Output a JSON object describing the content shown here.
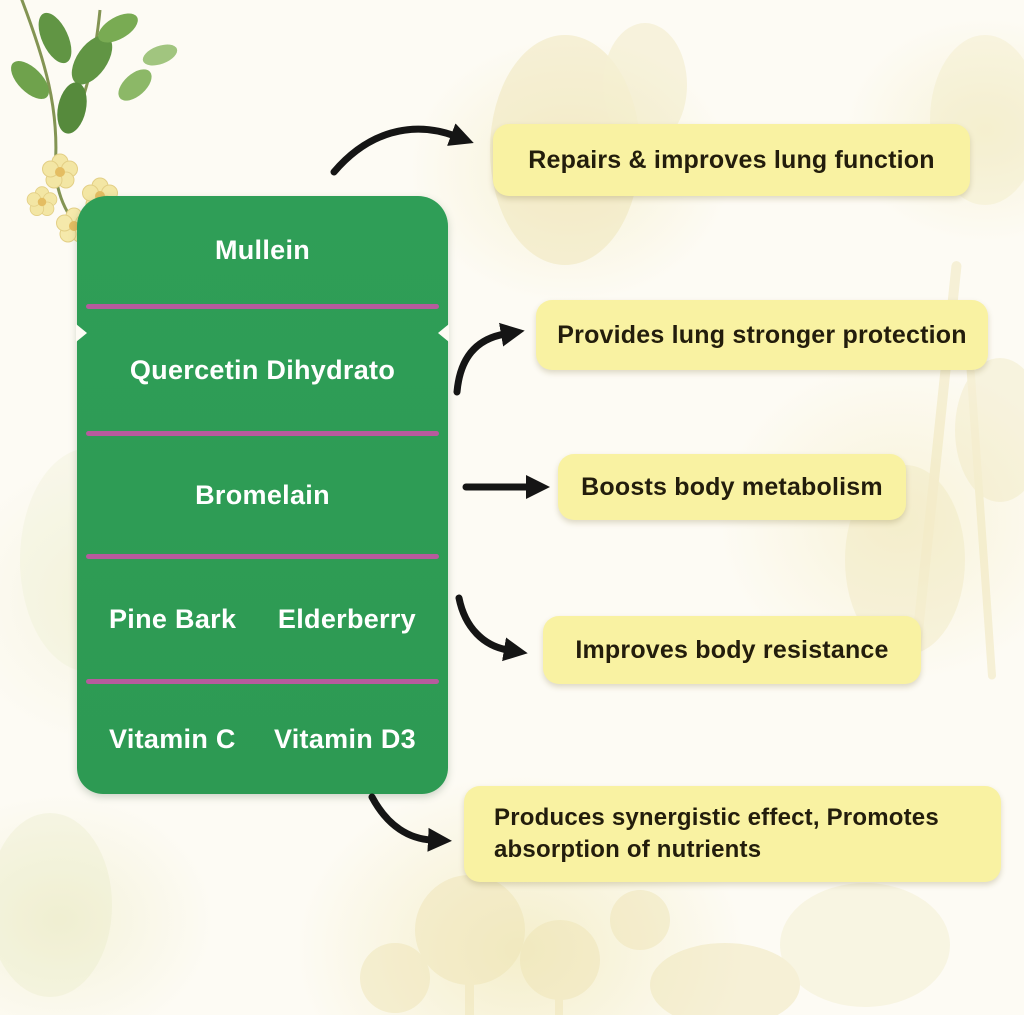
{
  "infographic": {
    "panel": {
      "rows": [
        {
          "items": [
            "Mullein"
          ]
        },
        {
          "items": [
            "Quercetin Dihydrato"
          ]
        },
        {
          "items": [
            "Bromelain"
          ]
        },
        {
          "items": [
            "Pine Bark",
            "Elderberry"
          ]
        },
        {
          "items": [
            "Vitamin C",
            "Vitamin D3"
          ]
        }
      ]
    },
    "benefits": [
      {
        "text": "Repairs & improves lung function"
      },
      {
        "text": "Provides lung stronger protection"
      },
      {
        "text": "Boosts body metabolism"
      },
      {
        "text": "Improves body resistance"
      },
      {
        "text": "Produces synergistic effect, Promotes absorption of nutrients"
      }
    ]
  },
  "colors": {
    "panel_green": "#2f9e57",
    "divider_pink": "#b65b9d",
    "benefit_yellow": "#f9f2a2",
    "benefit_text": "#231d0c",
    "arrow_black": "#151515",
    "background_cream": "#fdfbf4"
  }
}
